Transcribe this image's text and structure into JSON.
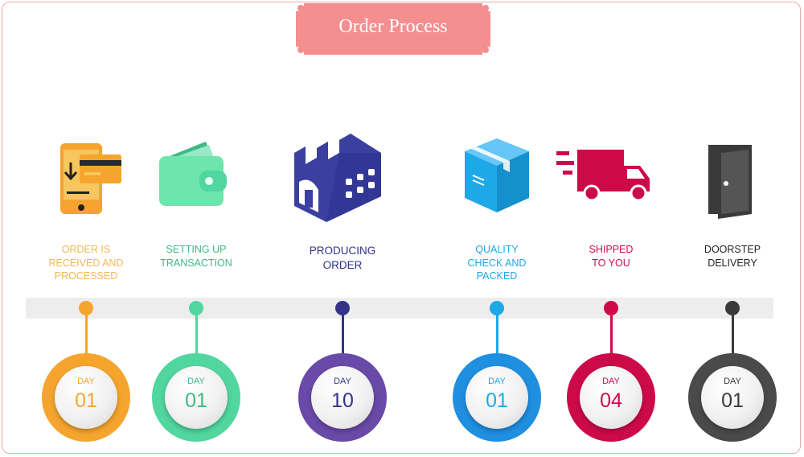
{
  "banner": {
    "title": "Order Process",
    "color": "#f58f8f"
  },
  "steps": [
    {
      "label": [
        "ORDER IS",
        "RECEIVED AND",
        "PROCESSED"
      ],
      "day_label": "DAY",
      "day_count": "01",
      "color": "#f5a52e",
      "label_color": "#f0b85a",
      "icon": "mobile-payment-card-icon"
    },
    {
      "label": [
        "SETTING UP",
        "TRANSACTION"
      ],
      "day_label": "DAY",
      "day_count": "01",
      "color": "#52d6a0",
      "label_color": "#3fb986",
      "icon": "wallet-icon"
    },
    {
      "label": [
        "PRODUCING",
        "ORDER"
      ],
      "day_label": "DAY",
      "day_count": "10",
      "color": "#4a3fa0",
      "label_color": "#33338a",
      "icon": "factory-icon"
    },
    {
      "label": [
        "QUALITY",
        "CHECK AND",
        "PACKED"
      ],
      "day_label": "DAY",
      "day_count": "01",
      "color": "#1fa8e8",
      "label_color": "#1fa8e8",
      "icon": "package-box-icon"
    },
    {
      "label": [
        "SHIPPED",
        "TO YOU"
      ],
      "day_label": "DAY",
      "day_count": "04",
      "color": "#cc0a4a",
      "label_color": "#cc0a4a",
      "icon": "delivery-truck-icon"
    },
    {
      "label": [
        "DOORSTEP",
        "DELIVERY"
      ],
      "day_label": "DAY",
      "day_count": "01",
      "color": "#3a3a3a",
      "label_color": "#222222",
      "icon": "door-icon"
    }
  ]
}
